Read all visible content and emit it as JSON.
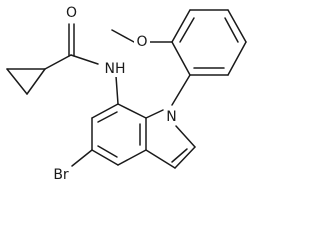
{
  "molecule": {
    "atoms": {
      "O_carbonyl": "O",
      "O_methoxy": "O",
      "N_amide": "NH",
      "N_indole": "N",
      "Br": "Br"
    }
  }
}
